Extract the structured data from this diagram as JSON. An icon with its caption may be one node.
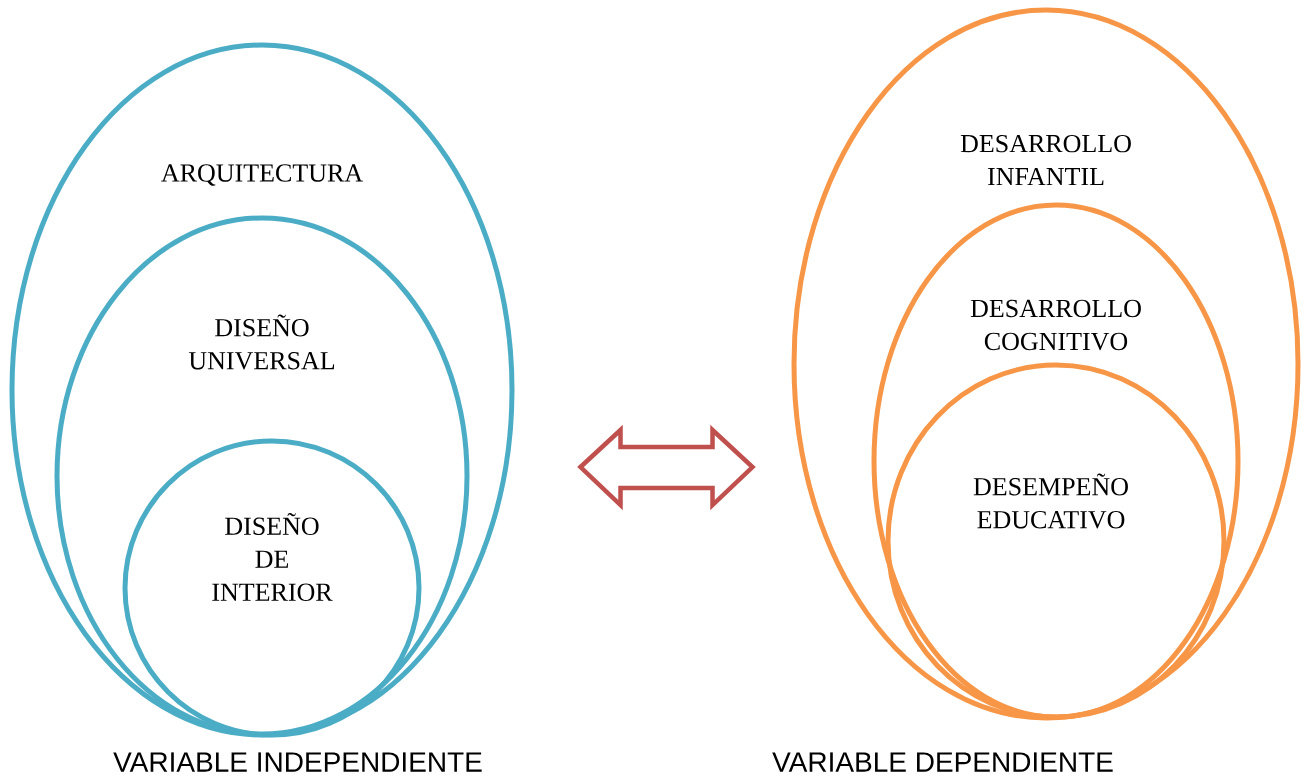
{
  "diagram": {
    "nodes": [
      {
        "text": [
          "ARQUITECTURA"
        ]
      },
      {
        "text": [
          "DISEÑO UNIVERSAL"
        ],
        "in": 0
      },
      {
        "text": [
          "DISEÑO DE INTERIOR"
        ],
        "in": 1
      },
      {
        "text": [
          "DESARROLLO INFANTIL"
        ]
      },
      {
        "text": [
          "DESARROLLO COGNITIVO"
        ],
        "in": 3
      },
      {
        "text": [
          "DESEMPEÑO EDUCATIVO"
        ],
        "in": 4
      }
    ],
    "edges": [
      {
        "from": 0,
        "to": 3,
        "arrow": "both"
      }
    ],
    "labels": [
      "VARIABLE INDEPENDIENTE",
      "VARIABLE DEPENDIENTE"
    ]
  }
}
